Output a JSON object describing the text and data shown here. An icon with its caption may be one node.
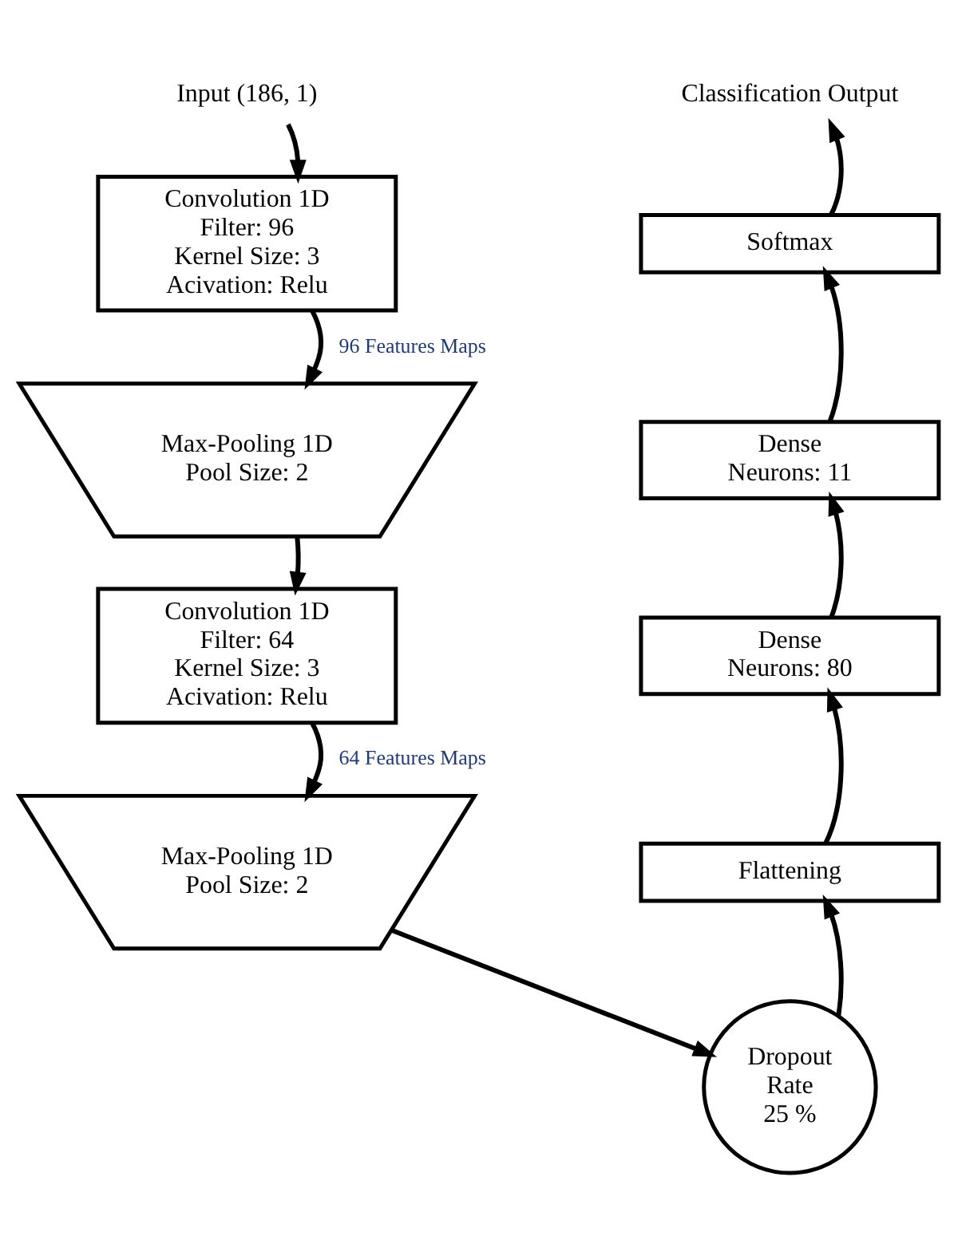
{
  "diagram": {
    "nodes": [
      {
        "text": [
          "Input (186, 1)"
        ]
      },
      {
        "text": [
          "Convolution 1D",
          "Filter: 96",
          "Kernel Size: 3",
          "Acivation: Relu"
        ]
      },
      {
        "text": [
          "Max-Pooling 1D",
          "Pool Size: 2"
        ]
      },
      {
        "text": [
          "Convolution 1D",
          "Filter: 64",
          "Kernel Size: 3",
          "Acivation: Relu"
        ]
      },
      {
        "text": [
          "Max-Pooling 1D",
          "Pool Size: 2"
        ]
      },
      {
        "text": [
          "Dropout",
          "Rate",
          "25 %"
        ]
      },
      {
        "text": [
          "Flattening"
        ]
      },
      {
        "text": [
          "Dense",
          "Neurons: 80"
        ]
      },
      {
        "text": [
          "Dense",
          "Neurons: 11"
        ]
      },
      {
        "text": [
          "Softmax"
        ]
      },
      {
        "text": [
          "Classification Output"
        ]
      }
    ],
    "edges": [
      {
        "from": 0,
        "to": 1,
        "arrow": "to"
      },
      {
        "from": 1,
        "to": 2,
        "arrow": "to",
        "label": "96 Features Maps"
      },
      {
        "from": 2,
        "to": 3,
        "arrow": "to"
      },
      {
        "from": 3,
        "to": 4,
        "arrow": "to",
        "label": "64 Features Maps"
      },
      {
        "from": 4,
        "to": 5,
        "arrow": "to"
      },
      {
        "from": 5,
        "to": 6,
        "arrow": "to"
      },
      {
        "from": 6,
        "to": 7,
        "arrow": "to"
      },
      {
        "from": 7,
        "to": 8,
        "arrow": "to"
      },
      {
        "from": 8,
        "to": 9,
        "arrow": "to"
      },
      {
        "from": 9,
        "to": 10,
        "arrow": "to"
      }
    ]
  }
}
